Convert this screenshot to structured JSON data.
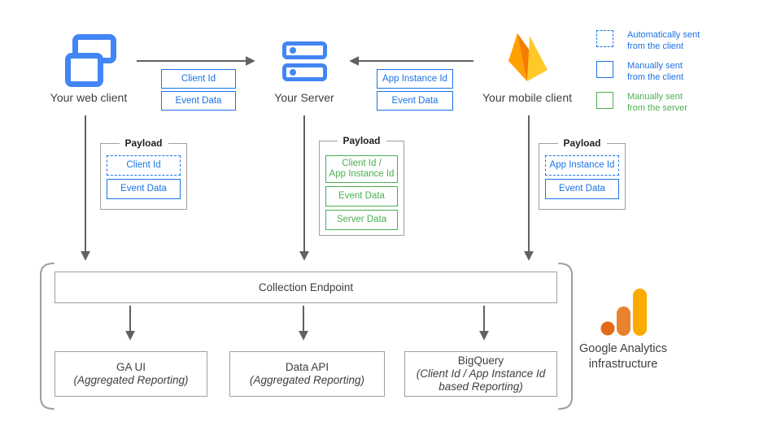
{
  "nodes": {
    "web_client": {
      "label": "Your web client"
    },
    "server": {
      "label": "Your Server"
    },
    "mobile_client": {
      "label": "Your mobile client"
    }
  },
  "arrow_labels": {
    "web_to_server": [
      "Client Id",
      "Event Data"
    ],
    "mobile_to_server": [
      "App Instance Id",
      "Event Data"
    ]
  },
  "legend": [
    {
      "style": "dashed-blue",
      "label": "Automatically sent\nfrom the client"
    },
    {
      "style": "solid-blue",
      "label": "Manually sent\nfrom the client"
    },
    {
      "style": "solid-green",
      "label": "Manually sent\nfrom the server"
    }
  ],
  "payloads": {
    "title": "Payload",
    "web": [
      {
        "label": "Client Id",
        "style": "dashed-blue"
      },
      {
        "label": "Event Data",
        "style": "solid-blue"
      }
    ],
    "server": [
      {
        "label": "Client Id /\nApp Instance Id",
        "style": "solid-green"
      },
      {
        "label": "Event Data",
        "style": "solid-green"
      },
      {
        "label": "Server Data",
        "style": "solid-green"
      }
    ],
    "mobile": [
      {
        "label": "App Instance Id",
        "style": "dashed-blue"
      },
      {
        "label": "Event Data",
        "style": "solid-blue"
      }
    ]
  },
  "infrastructure": {
    "endpoint_label": "Collection Endpoint",
    "outputs": [
      {
        "title": "GA UI",
        "subtitle": "(Aggregated Reporting)"
      },
      {
        "title": "Data API",
        "subtitle": "(Aggregated Reporting)"
      },
      {
        "title": "BigQuery",
        "subtitle": "(Client Id / App Instance Id\nbased Reporting)"
      }
    ],
    "brand_label": "Google Analytics\ninfrastructure"
  },
  "colors": {
    "blue_accent": "#1a73e8",
    "icon_blue": "#4285F4",
    "green_accent": "#4CAF50",
    "arrow_gray": "#616161",
    "border_gray": "#9E9E9E",
    "text_dark": "#3C4043",
    "firebase_yellow": "#FFCA28",
    "firebase_orange": "#FFA000",
    "firebase_deep_orange": "#F57C00",
    "ga_logo_dot": "#E56A17",
    "ga_logo_bar_mid": "#E8822E",
    "ga_logo_bar_tall": "#F9AB00"
  }
}
